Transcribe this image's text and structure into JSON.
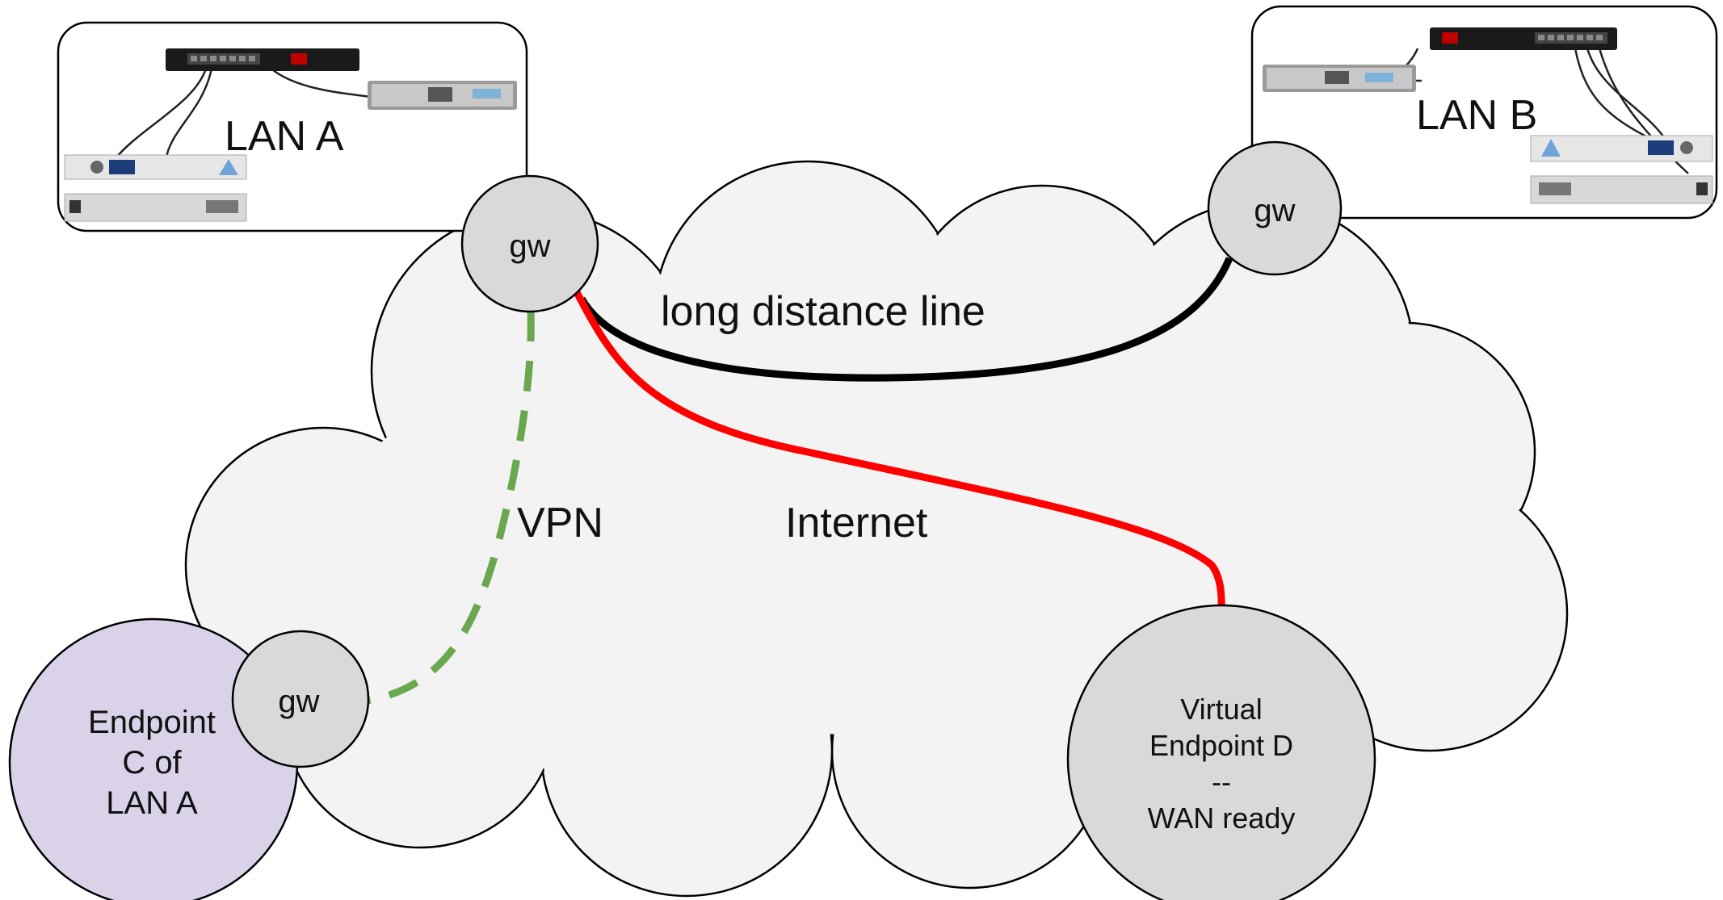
{
  "lan_a": {
    "label": "LAN A"
  },
  "lan_b": {
    "label": "LAN B"
  },
  "gateways": {
    "lan_a": "gw",
    "lan_b": "gw",
    "endpoint_c": "gw"
  },
  "links": {
    "long_distance": {
      "label": "long distance line",
      "color": "#000000"
    },
    "vpn": {
      "label": "VPN",
      "color": "#6aa84f"
    },
    "internet": {
      "label": "Internet",
      "color": "#ff0000"
    }
  },
  "endpoint_c": {
    "lines": [
      "Endpoint",
      "C of",
      "LAN A"
    ],
    "color": "#d9d2e9"
  },
  "endpoint_d": {
    "lines": [
      "Virtual",
      "Endpoint D",
      "--",
      "WAN ready"
    ],
    "color": "#d9d9d9"
  },
  "colors": {
    "cloud_fill": "#f3f3f3",
    "gateway_fill": "#d9d9d9",
    "device_red": "#c00000"
  }
}
